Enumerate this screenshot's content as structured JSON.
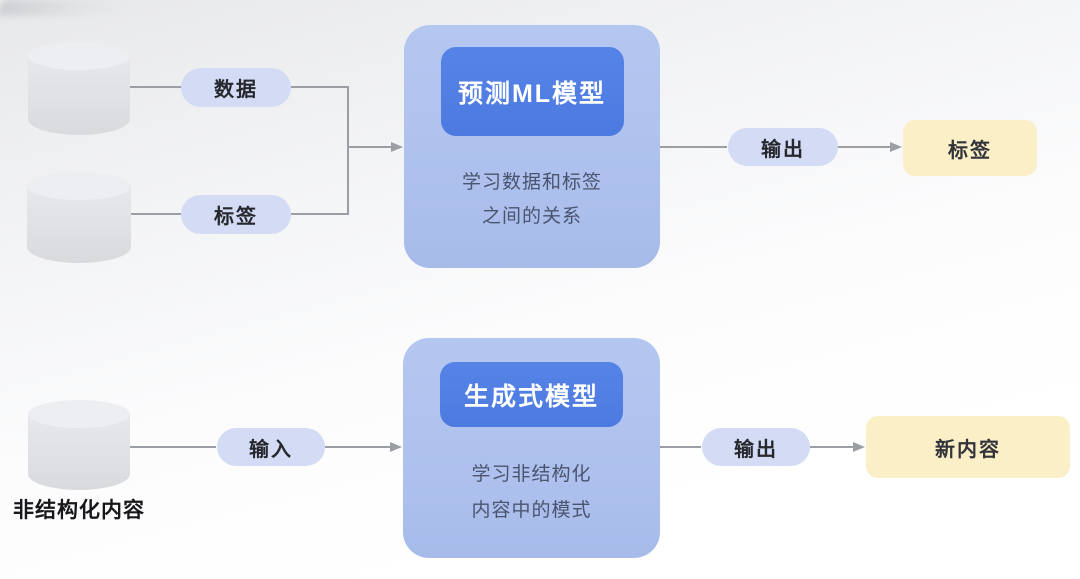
{
  "colors": {
    "canvas-top": "#e7e8ea",
    "canvas-bottom": "#ffffff",
    "outer-box": "#aec1ee",
    "inner-box": "#4c7ae0",
    "inner-box-text": "#ffffff",
    "pill-bg": "#d3dcf4",
    "pill-text": "#26282e",
    "yellow-bg": "#faefc7",
    "desc-text": "#4a546e",
    "cylinder-body": "#dfe1e5",
    "cylinder-top": "#eceef1",
    "wire": "#9b9fa5"
  },
  "row1": {
    "data_pill": "数据",
    "label_pill": "标签",
    "model_title": "预测ML模型",
    "model_desc_line1": "学习数据和标签",
    "model_desc_line2": "之间的关系",
    "output_pill": "输出",
    "result_label": "标签"
  },
  "row2": {
    "source_label": "非结构化内容",
    "input_pill": "输入",
    "model_title": "生成式模型",
    "model_desc_line1": "学习非结构化",
    "model_desc_line2": "内容中的模式",
    "output_pill": "输出",
    "result_label": "新内容"
  }
}
